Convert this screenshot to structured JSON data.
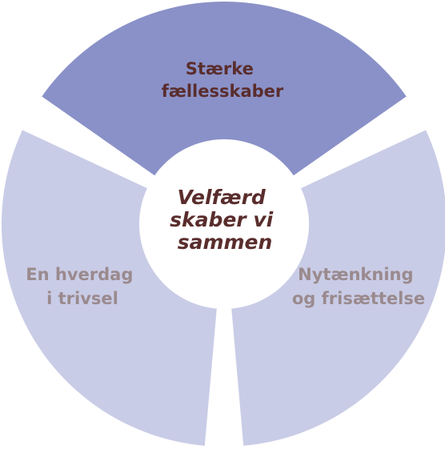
{
  "diagram": {
    "center": {
      "lines": [
        "Velfærd",
        "skaber vi",
        "sammen"
      ],
      "color": "#5a2d2d"
    },
    "segments": [
      {
        "id": "top",
        "lines": [
          "Stærke",
          "fællesskaber"
        ],
        "fill": "#8a91c8",
        "text_color": "#5a2d2d"
      },
      {
        "id": "right",
        "lines": [
          "Nytænkning",
          "og frisættelse"
        ],
        "fill": "#c9cce6",
        "text_color": "#9a8a8e"
      },
      {
        "id": "left",
        "lines": [
          "En hverdag",
          "i trivsel"
        ],
        "fill": "#c9cce6",
        "text_color": "#9a8a8e"
      }
    ]
  }
}
